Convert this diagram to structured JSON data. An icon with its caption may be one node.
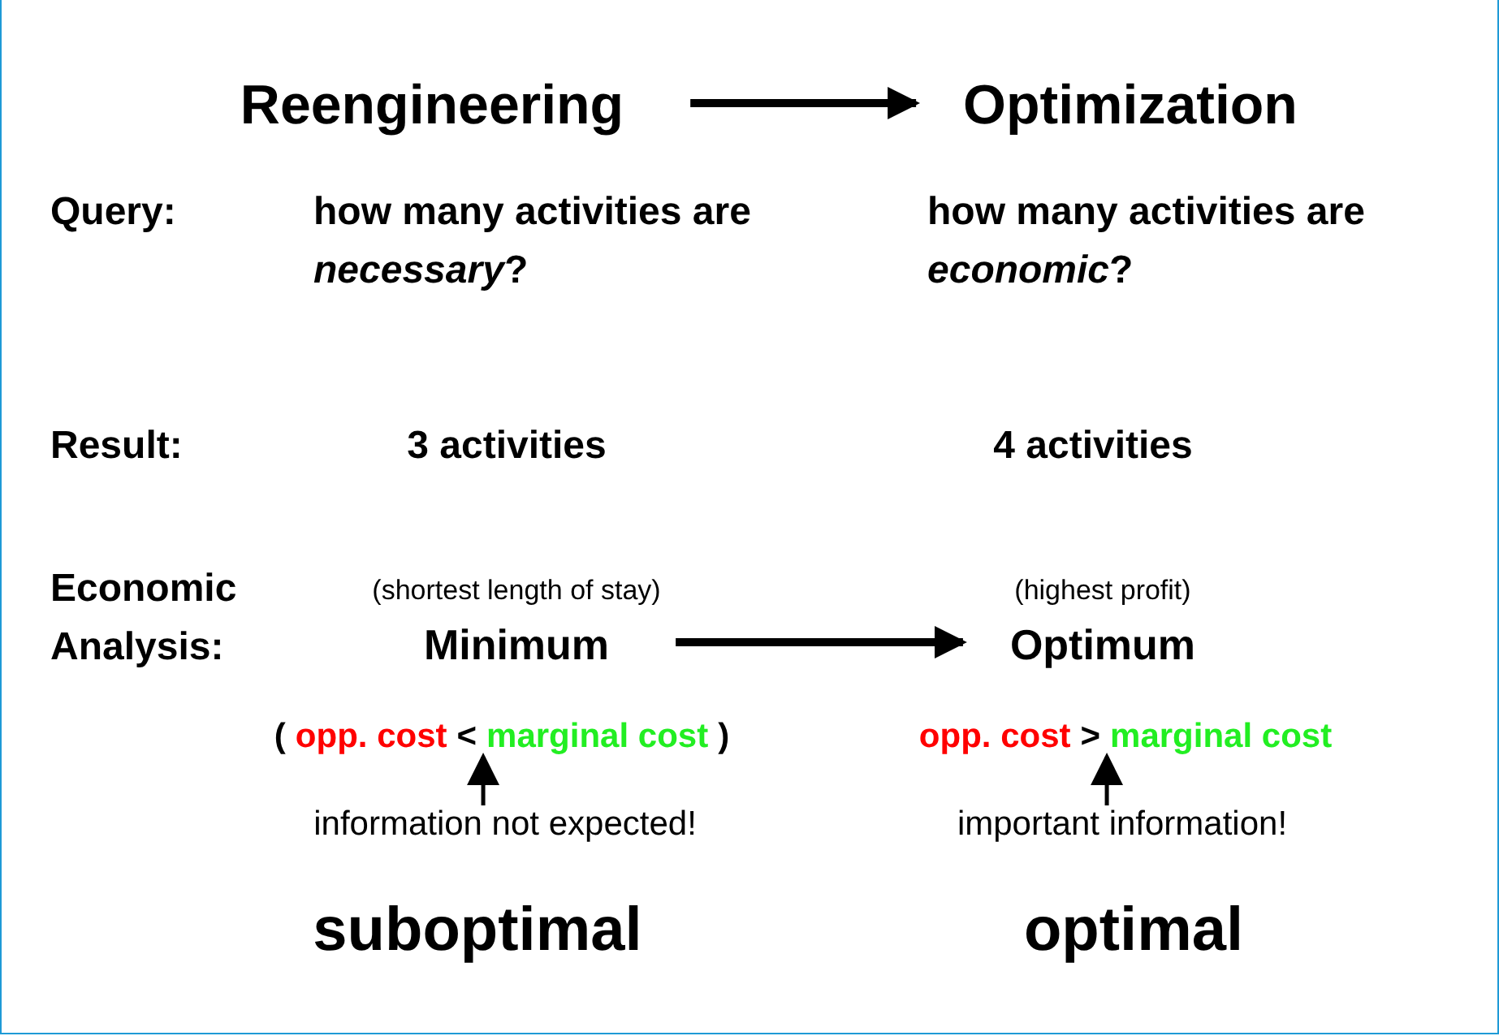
{
  "diagram": {
    "nodes": [
      {
        "text": [
          "Reengineering"
        ]
      },
      {
        "text": [
          "Optimization"
        ]
      },
      {
        "text": [
          "Minimum"
        ],
        "beside": [
          "(shortest length of stay)"
        ]
      },
      {
        "text": [
          "Optimum"
        ],
        "beside": [
          "(highest profit)"
        ]
      },
      {
        "text": [
          "(",
          "opp. cost",
          "<",
          "marginal cost",
          ")"
        ]
      },
      {
        "text": [
          "opp. cost",
          ">",
          "marginal cost"
        ]
      },
      {
        "text": [
          "information not expected!"
        ]
      },
      {
        "text": [
          "important information!"
        ]
      }
    ],
    "edges": [
      {
        "from": 0,
        "to": 1,
        "arrow": "to",
        "style": "thick"
      },
      {
        "from": 2,
        "to": 3,
        "arrow": "to",
        "style": "thick"
      },
      {
        "from": 6,
        "to": 4,
        "arrow": "to"
      },
      {
        "from": 7,
        "to": 5,
        "arrow": "to"
      }
    ],
    "labels": [
      "Query:",
      "how many activities are *necessary*?",
      "how many activities are *economic*?",
      "Result:",
      "3 activities",
      "4 activities",
      "Economic Analysis:",
      "suboptimal",
      "optimal"
    ]
  }
}
